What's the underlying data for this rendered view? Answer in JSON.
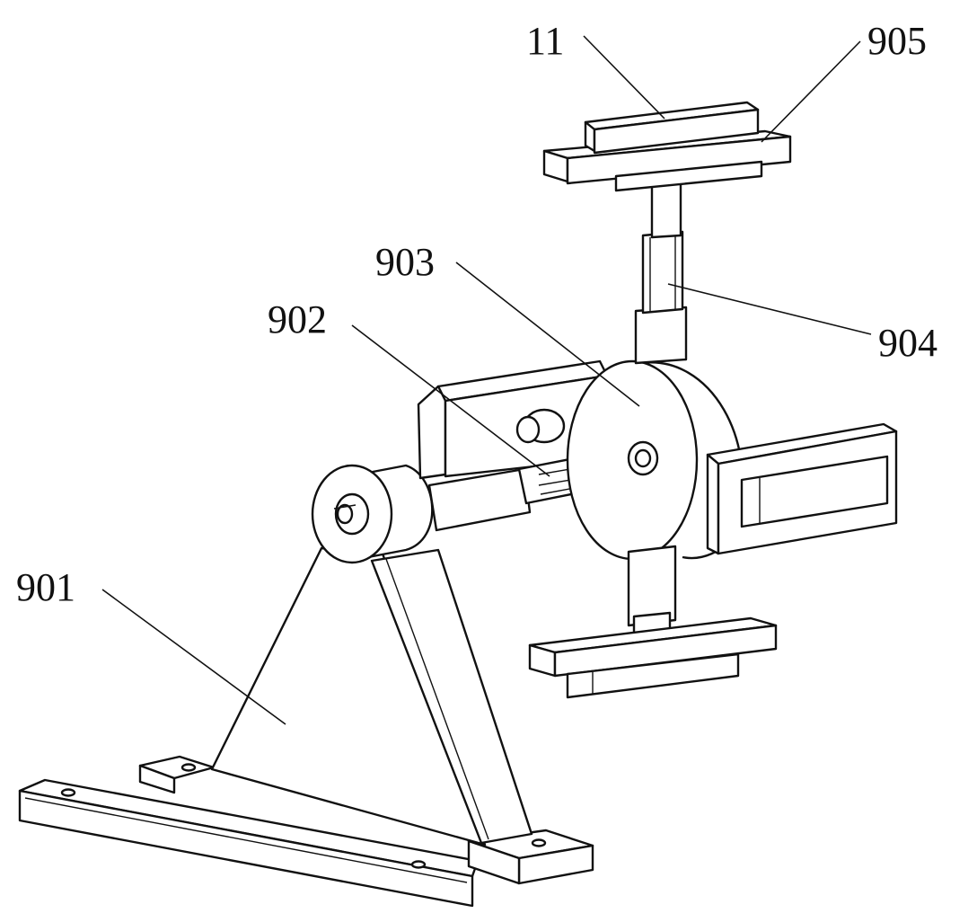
{
  "labels": {
    "l11": "11",
    "l905": "905",
    "l903": "903",
    "l902": "902",
    "l904": "904",
    "l901": "901"
  }
}
